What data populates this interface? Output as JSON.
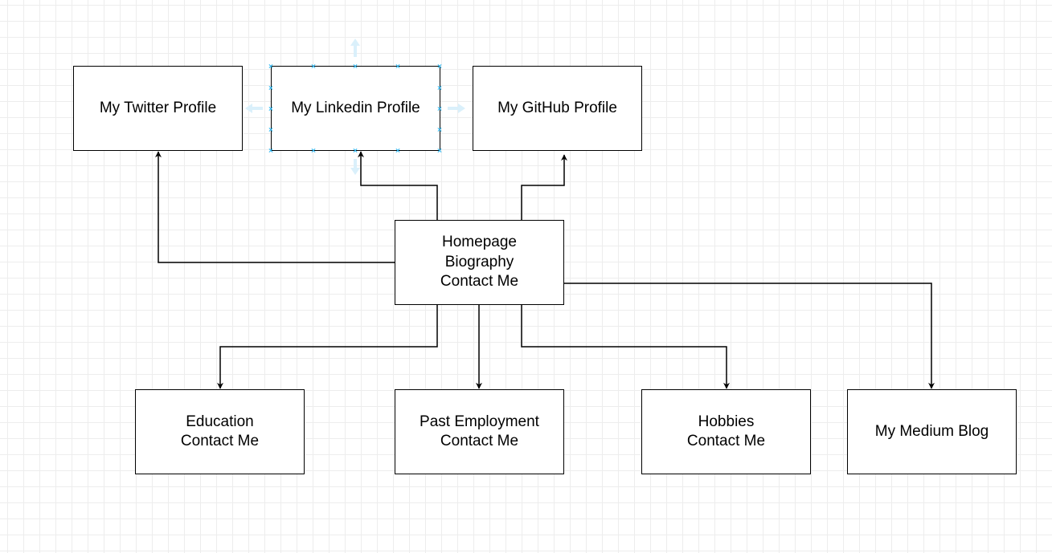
{
  "colors": {
    "stroke": "#000000",
    "grid": "#ededed",
    "selection": "#29b6f2"
  },
  "nodes": {
    "twitter": {
      "lines": [
        "My Twitter Profile"
      ]
    },
    "linkedin": {
      "lines": [
        "My Linkedin Profile"
      ]
    },
    "github": {
      "lines": [
        "My GitHub Profile"
      ]
    },
    "homepage": {
      "lines": [
        "Homepage",
        "Biography",
        "Contact Me"
      ]
    },
    "education": {
      "lines": [
        "Education",
        "Contact Me"
      ]
    },
    "employment": {
      "lines": [
        "Past Employment",
        "Contact Me"
      ]
    },
    "hobbies": {
      "lines": [
        "Hobbies",
        "Contact Me"
      ]
    },
    "medium": {
      "lines": [
        "My Medium Blog"
      ]
    }
  },
  "edges": [
    {
      "from": "homepage",
      "to": "twitter"
    },
    {
      "from": "homepage",
      "to": "linkedin"
    },
    {
      "from": "homepage",
      "to": "github"
    },
    {
      "from": "homepage",
      "to": "education"
    },
    {
      "from": "homepage",
      "to": "employment"
    },
    {
      "from": "homepage",
      "to": "hobbies"
    },
    {
      "from": "homepage",
      "to": "medium"
    }
  ],
  "selected_node": "linkedin"
}
